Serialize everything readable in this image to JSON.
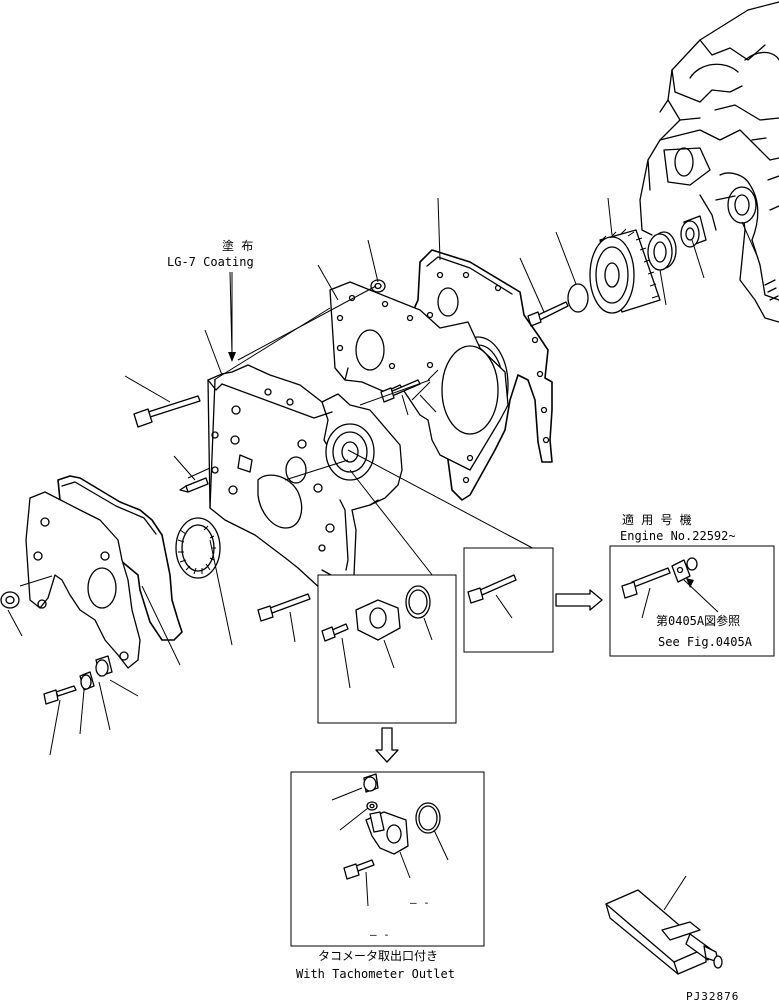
{
  "coating": {
    "jp": "塗 布",
    "en": "LG-7 Coating"
  },
  "serial_note": {
    "jp": "適 用 号 機",
    "en": "Engine No.22592~"
  },
  "fig_ref": {
    "jp": "第0405A図参照",
    "en": "See Fig.0405A"
  },
  "tacho": {
    "jp": "タコメータ取出口付き",
    "en": "With Tachometer Outlet",
    "dash_1": "– -",
    "dash_2": "– -"
  },
  "figure_code": "PJ32876"
}
